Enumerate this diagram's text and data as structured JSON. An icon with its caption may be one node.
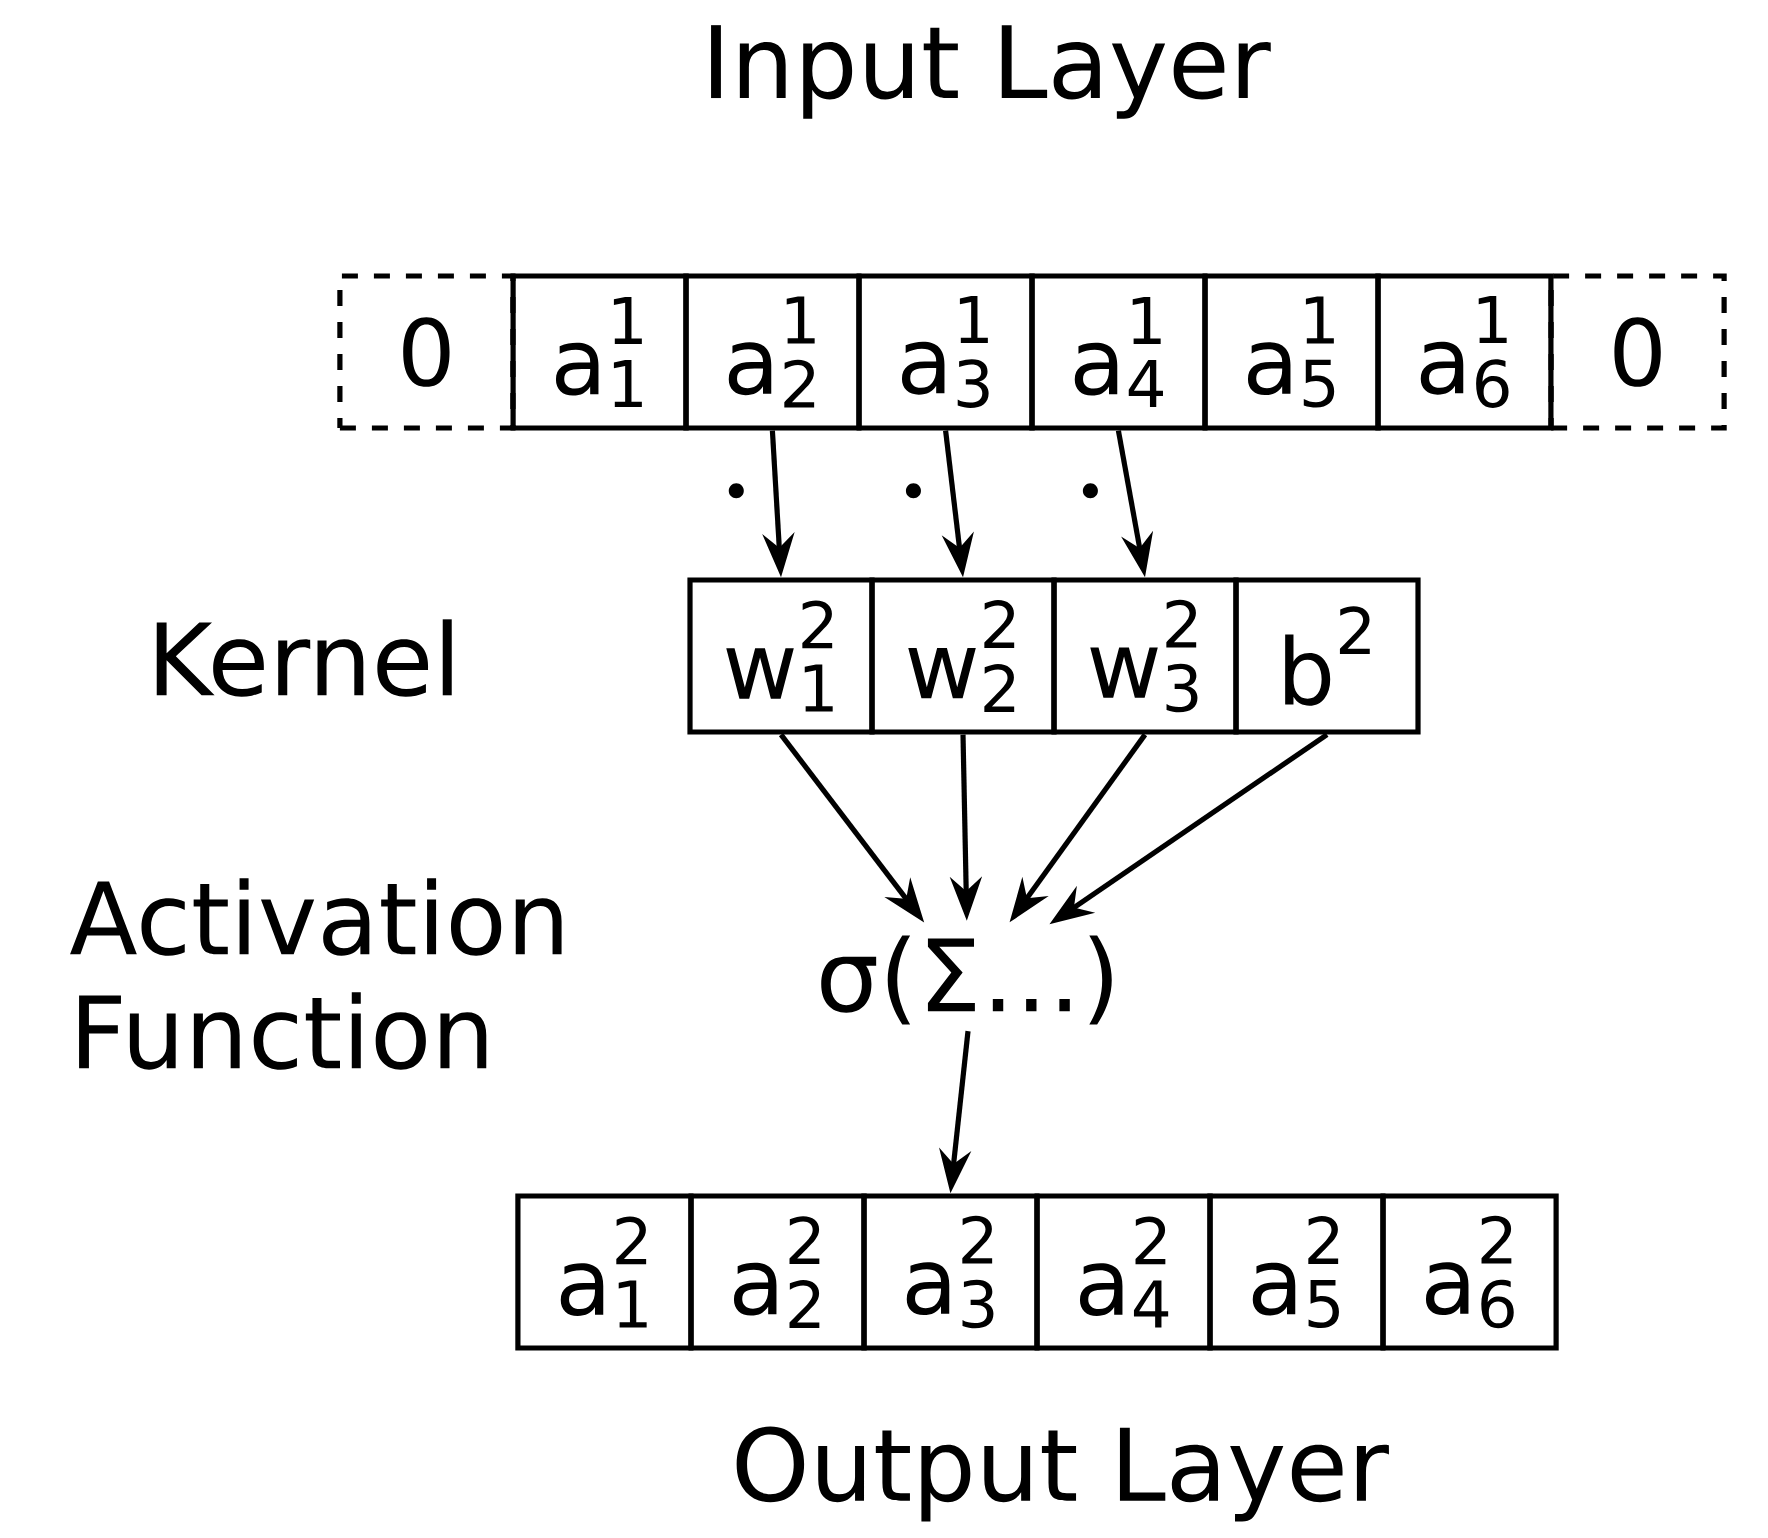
{
  "diagram": {
    "nodes": [
      {
        "text": [
          "0"
        ]
      },
      {
        "text": [
          "a_{1}^{1}"
        ]
      },
      {
        "text": [
          "a_{2}^{1}"
        ]
      },
      {
        "text": [
          "a_{3}^{1}"
        ]
      },
      {
        "text": [
          "a_{4}^{1}"
        ]
      },
      {
        "text": [
          "a_{5}^{1}"
        ]
      },
      {
        "text": [
          "a_{6}^{1}"
        ]
      },
      {
        "text": [
          "0"
        ]
      },
      {
        "text": [
          "w_{1}^{2}"
        ]
      },
      {
        "text": [
          "w_{2}^{2}"
        ]
      },
      {
        "text": [
          "w_{3}^{2}"
        ]
      },
      {
        "text": [
          "b^{2}"
        ]
      },
      {
        "text": [
          "σ(Σ…)"
        ]
      },
      {
        "text": [
          "a_{1}^{2}"
        ]
      },
      {
        "text": [
          "a_{2}^{2}"
        ]
      },
      {
        "text": [
          "a_{3}^{2}"
        ]
      },
      {
        "text": [
          "a_{4}^{2}"
        ]
      },
      {
        "text": [
          "a_{5}^{2}"
        ]
      },
      {
        "text": [
          "a_{6}^{2}"
        ]
      }
    ],
    "edges": [
      {
        "from": 2,
        "to": 8,
        "arrow": "to",
        "label": "•"
      },
      {
        "from": 3,
        "to": 9,
        "arrow": "to",
        "label": "•"
      },
      {
        "from": 4,
        "to": 10,
        "arrow": "to",
        "label": "•"
      },
      {
        "from": 8,
        "to": 12,
        "arrow": "to"
      },
      {
        "from": 9,
        "to": 12,
        "arrow": "to"
      },
      {
        "from": 10,
        "to": 12,
        "arrow": "to"
      },
      {
        "from": 11,
        "to": 12,
        "arrow": "to"
      },
      {
        "from": 12,
        "to": 15,
        "arrow": "to"
      }
    ],
    "labels": [
      "Input Layer",
      "Kernel",
      "Activation Function",
      "Output Layer"
    ]
  }
}
